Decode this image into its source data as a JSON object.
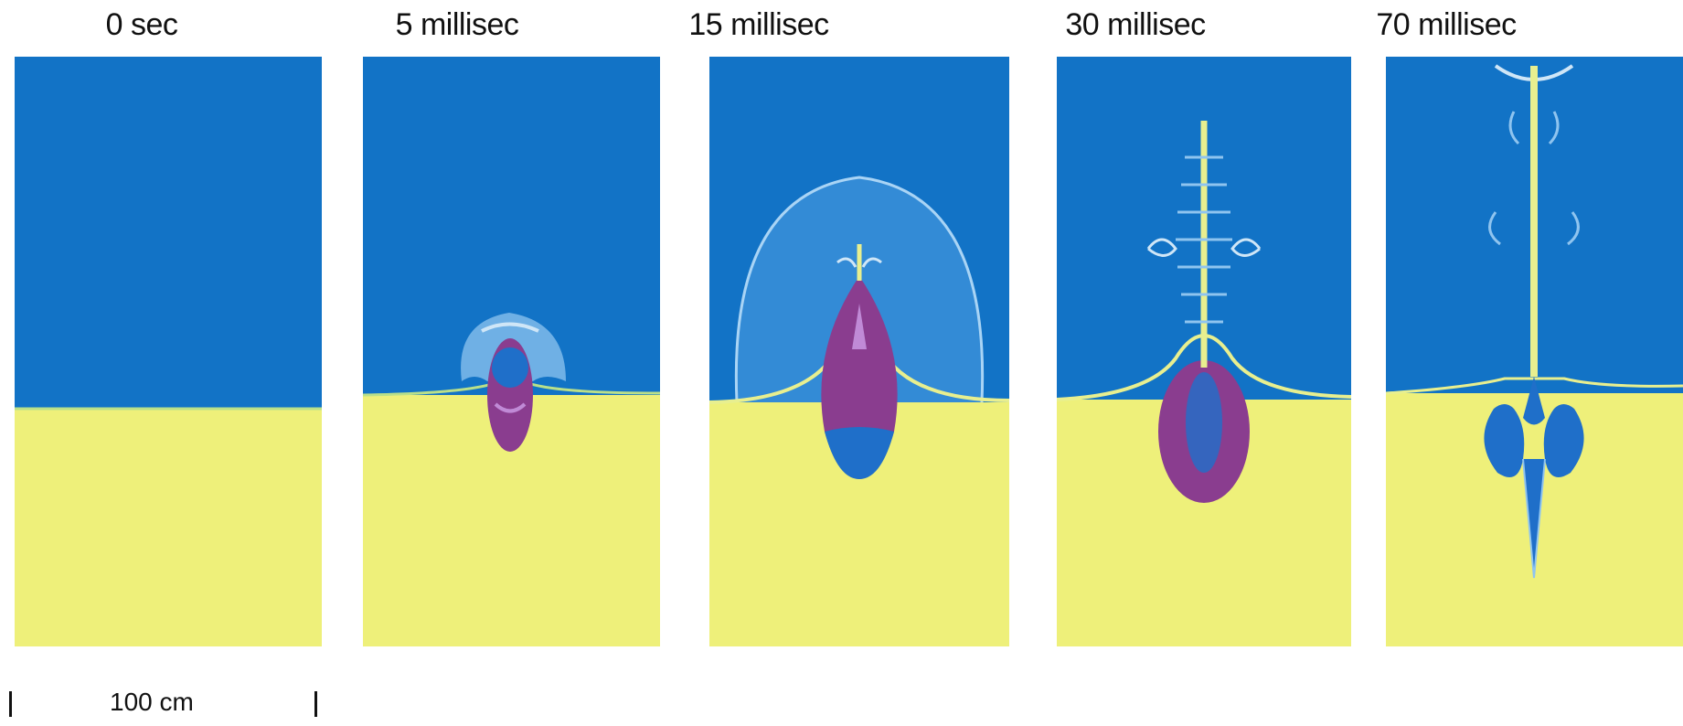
{
  "frames": [
    {
      "label": "0 sec"
    },
    {
      "label": "5 millisec"
    },
    {
      "label": "15 millisec"
    },
    {
      "label": "30 millisec"
    },
    {
      "label": "70 millisec"
    }
  ],
  "scale": {
    "label": "100 cm"
  },
  "colors": {
    "upper_fluid": "#1273c6",
    "lower_fluid": "#eef07a",
    "bubble": "#8a3d8f",
    "light_blue": "#8fc4ef"
  }
}
